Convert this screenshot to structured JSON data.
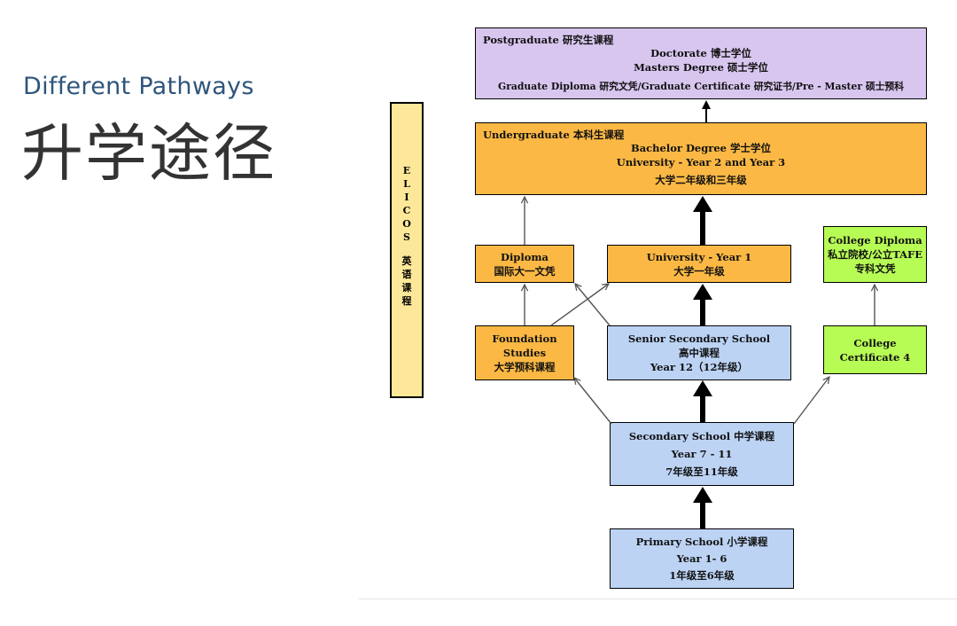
{
  "heading": {
    "english": "Different Pathways",
    "chinese": "升学途径"
  },
  "elicos": {
    "letters": [
      "E",
      "L",
      "I",
      "C",
      "O",
      "S"
    ],
    "chinese_chars": [
      "英",
      "语",
      "课",
      "程"
    ]
  },
  "postgraduate": {
    "tag": "Postgraduate 研究生课程",
    "line1": "Doctorate 博士学位",
    "line2": "Masters Degree 硕士学位",
    "line3": "Graduate Diploma 研究文凭/Graduate Certificate 研究证书/Pre - Master 硕士预科"
  },
  "undergraduate": {
    "tag": "Undergraduate 本科生课程",
    "line1": "Bachelor Degree 学士学位",
    "line2": "University - Year 2 and Year 3",
    "line3": "大学二年级和三年级"
  },
  "diploma": {
    "line1": "Diploma",
    "line2": "国际大一文凭"
  },
  "university_year1": {
    "line1": "University - Year 1",
    "line2": "大学一年级"
  },
  "college_diploma": {
    "line1": "College Diploma",
    "line2": "私立院校/公立TAFE",
    "line3": "专科文凭"
  },
  "foundation": {
    "line1": "Foundation",
    "line2": "Studies",
    "line3": "大学预科课程"
  },
  "senior_secondary": {
    "line1": "Senior Secondary School",
    "line2": "高中课程",
    "line3": "Year 12（12年级）"
  },
  "college_certificate": {
    "line1": "College",
    "line2": "Certificate 4"
  },
  "secondary": {
    "line1": "Secondary School 中学课程",
    "line2": "Year 7 - 11",
    "line3": "7年级至11年级"
  },
  "primary": {
    "line1": "Primary School 小学课程",
    "line2": "Year 1- 6",
    "line3": "1年级至6年级"
  }
}
